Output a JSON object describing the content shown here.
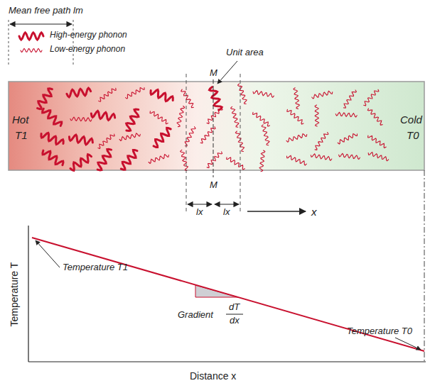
{
  "diagram": {
    "labels": [
      "Mean free path lm",
      "M",
      "Unit area",
      "Hot",
      "T1",
      "Cold",
      "T0",
      "lx",
      "lx",
      "x",
      "M",
      "Temperature T",
      "Temperature T1",
      "Gradient",
      "dT",
      "dx",
      "Temperature T0",
      "Distance x"
    ],
    "legend": [
      {
        "text": "High-energy phonon"
      },
      {
        "text": "Low-energy phonon"
      }
    ]
  }
}
